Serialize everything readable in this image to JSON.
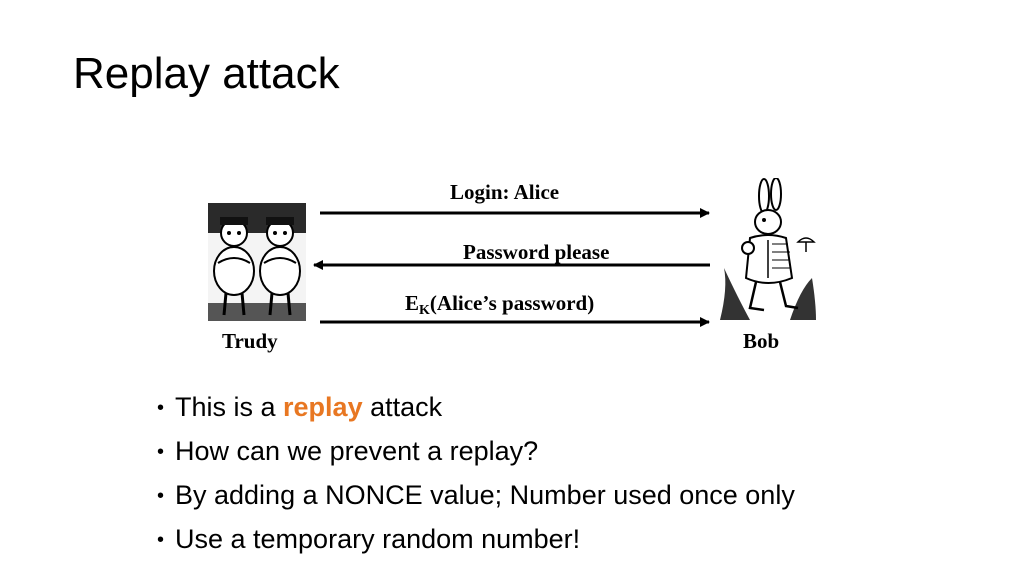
{
  "title": "Replay attack",
  "diagram": {
    "messages": [
      {
        "text": "Login: Alice",
        "direction": "right"
      },
      {
        "text": "Password please",
        "direction": "left"
      },
      {
        "prefix": "E",
        "subscript": "K",
        "suffix": "(Alice’s password)",
        "direction": "right"
      }
    ],
    "left_party": {
      "label": "Trudy",
      "icon": "tweedle-twins-illustration"
    },
    "right_party": {
      "label": "Bob",
      "icon": "white-rabbit-illustration"
    }
  },
  "bullets": {
    "b1_before": "This is a ",
    "b1_highlight": "replay",
    "b1_after": " attack",
    "b2": "How can we prevent a replay?",
    "b3": "By adding a NONCE value; Number used once only",
    "b4": "Use a temporary random number!"
  },
  "colors": {
    "highlight": "#E87722",
    "text": "#000000"
  }
}
